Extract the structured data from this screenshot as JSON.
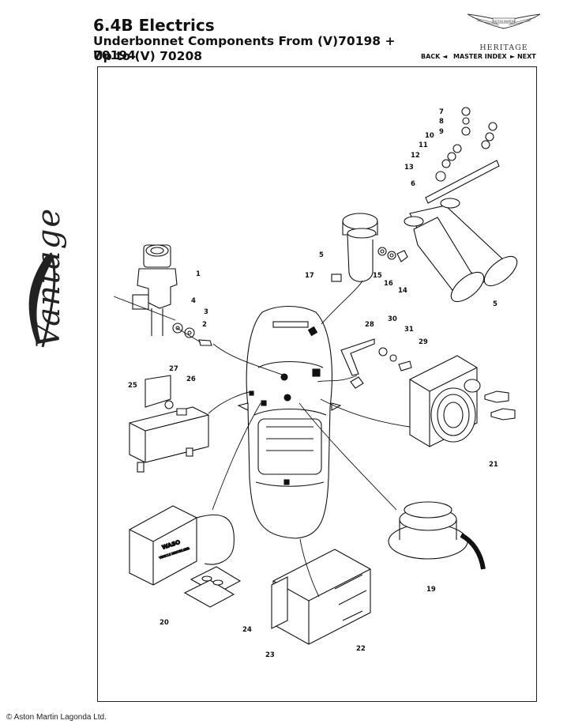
{
  "header": {
    "title": "6.4B Electrics",
    "subtitle": "Underbonnet Components From (V)70198 + 70194",
    "range": "Up to (V) 70208"
  },
  "brand": {
    "logo_icon": "aston-martin-wings-icon",
    "logo_text": "ASTON MARTIN",
    "label": "HERITAGE"
  },
  "side_logo": {
    "text": "Vantage",
    "icon": "vantage-script-logo"
  },
  "nav": {
    "back": "BACK ◄",
    "master_index": "MASTER INDEX",
    "next": "► NEXT"
  },
  "callouts": [
    "1",
    "2",
    "3",
    "4",
    "5",
    "5",
    "6",
    "7",
    "8",
    "9",
    "10",
    "11",
    "12",
    "13",
    "14",
    "15",
    "16",
    "17",
    "19",
    "20",
    "21",
    "22",
    "23",
    "24",
    "25",
    "26",
    "27",
    "28",
    "29",
    "30",
    "31"
  ],
  "components": {
    "waso_label": "WASO",
    "waso_fine_print": "VEHICLE IMMOBILISER"
  },
  "footer": {
    "copyright": "© Aston Martin Lagonda Ltd."
  },
  "colors": {
    "ink": "#111111",
    "frame": "#222222",
    "background": "#ffffff"
  }
}
